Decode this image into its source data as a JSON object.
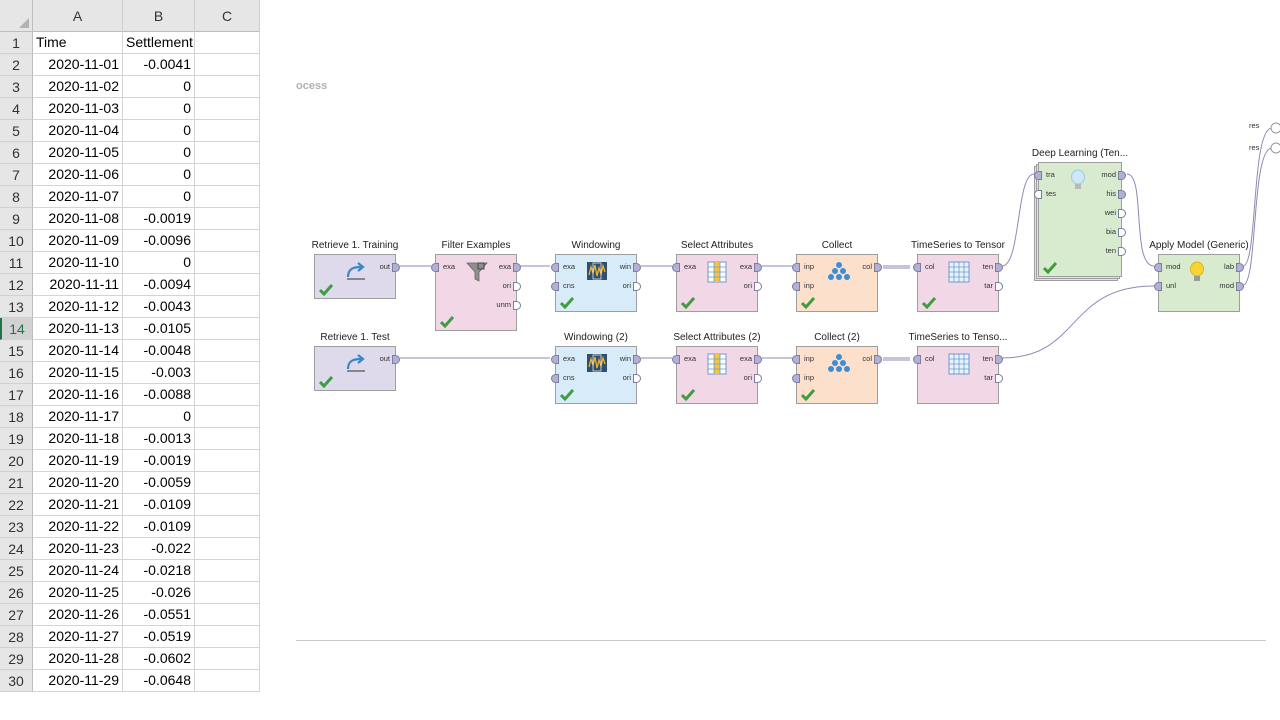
{
  "sheet": {
    "columns": [
      "A",
      "B",
      "C"
    ],
    "selected_row": "14",
    "rows": [
      {
        "n": "1",
        "a": "Time",
        "b": "Settlement",
        "hdr": true
      },
      {
        "n": "2",
        "a": "2020-11-01",
        "b": "-0.0041"
      },
      {
        "n": "3",
        "a": "2020-11-02",
        "b": "0"
      },
      {
        "n": "4",
        "a": "2020-11-03",
        "b": "0"
      },
      {
        "n": "5",
        "a": "2020-11-04",
        "b": "0"
      },
      {
        "n": "6",
        "a": "2020-11-05",
        "b": "0"
      },
      {
        "n": "7",
        "a": "2020-11-06",
        "b": "0"
      },
      {
        "n": "8",
        "a": "2020-11-07",
        "b": "0"
      },
      {
        "n": "9",
        "a": "2020-11-08",
        "b": "-0.0019"
      },
      {
        "n": "10",
        "a": "2020-11-09",
        "b": "-0.0096"
      },
      {
        "n": "11",
        "a": "2020-11-10",
        "b": "0"
      },
      {
        "n": "12",
        "a": "2020-11-11",
        "b": "-0.0094"
      },
      {
        "n": "13",
        "a": "2020-11-12",
        "b": "-0.0043"
      },
      {
        "n": "14",
        "a": "2020-11-13",
        "b": "-0.0105"
      },
      {
        "n": "15",
        "a": "2020-11-14",
        "b": "-0.0048"
      },
      {
        "n": "16",
        "a": "2020-11-15",
        "b": "-0.003"
      },
      {
        "n": "17",
        "a": "2020-11-16",
        "b": "-0.0088"
      },
      {
        "n": "18",
        "a": "2020-11-17",
        "b": "0"
      },
      {
        "n": "19",
        "a": "2020-11-18",
        "b": "-0.0013"
      },
      {
        "n": "20",
        "a": "2020-11-19",
        "b": "-0.0019"
      },
      {
        "n": "21",
        "a": "2020-11-20",
        "b": "-0.0059"
      },
      {
        "n": "22",
        "a": "2020-11-21",
        "b": "-0.0109"
      },
      {
        "n": "23",
        "a": "2020-11-22",
        "b": "-0.0109"
      },
      {
        "n": "24",
        "a": "2020-11-23",
        "b": "-0.022"
      },
      {
        "n": "25",
        "a": "2020-11-24",
        "b": "-0.0218"
      },
      {
        "n": "26",
        "a": "2020-11-25",
        "b": "-0.026"
      },
      {
        "n": "27",
        "a": "2020-11-26",
        "b": "-0.0551"
      },
      {
        "n": "28",
        "a": "2020-11-27",
        "b": "-0.0519"
      },
      {
        "n": "29",
        "a": "2020-11-28",
        "b": "-0.0602"
      },
      {
        "n": "30",
        "a": "2020-11-29",
        "b": "-0.0648"
      }
    ]
  },
  "process": {
    "label": "ocess",
    "result_ports": [
      "res",
      "res"
    ],
    "operators": [
      {
        "id": "retrieve-training",
        "name": "Retrieve 1. Training",
        "color": "purple",
        "icon": "retrieve-icon",
        "done": true,
        "in": [],
        "out": [
          "out"
        ]
      },
      {
        "id": "filter-examples",
        "name": "Filter Examples",
        "color": "pink",
        "icon": "funnel-icon",
        "done": true,
        "in": [
          "exa"
        ],
        "out": [
          "exa",
          "ori",
          "unm"
        ]
      },
      {
        "id": "windowing",
        "name": "Windowing",
        "color": "blue",
        "icon": "windowing-icon",
        "done": true,
        "in": [
          "exa",
          "cns"
        ],
        "out": [
          "win",
          "ori"
        ]
      },
      {
        "id": "select-attributes",
        "name": "Select Attributes",
        "color": "pink",
        "icon": "table-icon",
        "done": true,
        "in": [
          "exa"
        ],
        "out": [
          "exa",
          "ori"
        ]
      },
      {
        "id": "collect",
        "name": "Collect",
        "color": "orange",
        "icon": "pyramid-icon",
        "done": true,
        "in": [
          "inp",
          "inp"
        ],
        "out": [
          "col"
        ]
      },
      {
        "id": "timeseries-to-tensor",
        "name": "TimeSeries to Tensor",
        "color": "pink",
        "icon": "grid-icon",
        "done": true,
        "in": [
          "col"
        ],
        "out": [
          "ten",
          "tar"
        ]
      },
      {
        "id": "deep-learning",
        "name": "Deep Learning (Ten...",
        "color": "green",
        "icon": "lightbulb-off-icon",
        "done": true,
        "in": [
          "tra",
          "tes"
        ],
        "out": [
          "mod",
          "his",
          "wei",
          "bia",
          "ten"
        ]
      },
      {
        "id": "apply-model",
        "name": "Apply Model (Generic)",
        "color": "green",
        "icon": "lightbulb-on-icon",
        "done": false,
        "in": [
          "mod",
          "unl"
        ],
        "out": [
          "lab",
          "mod"
        ]
      },
      {
        "id": "retrieve-test",
        "name": "Retrieve 1. Test",
        "color": "purple",
        "icon": "retrieve-icon",
        "done": true,
        "in": [],
        "out": [
          "out"
        ]
      },
      {
        "id": "windowing-2",
        "name": "Windowing (2)",
        "color": "blue",
        "icon": "windowing-icon",
        "done": true,
        "in": [
          "exa",
          "cns"
        ],
        "out": [
          "win",
          "ori"
        ]
      },
      {
        "id": "select-attributes-2",
        "name": "Select Attributes (2)",
        "color": "pink",
        "icon": "table-icon",
        "done": true,
        "in": [
          "exa"
        ],
        "out": [
          "exa",
          "ori"
        ]
      },
      {
        "id": "collect-2",
        "name": "Collect (2)",
        "color": "orange",
        "icon": "pyramid-icon",
        "done": true,
        "in": [
          "inp",
          "inp"
        ],
        "out": [
          "col"
        ]
      },
      {
        "id": "timeseries-to-tensor-2",
        "name": "TimeSeries to Tenso...",
        "color": "pink",
        "icon": "grid-icon",
        "done": false,
        "in": [
          "col"
        ],
        "out": [
          "ten",
          "tar"
        ]
      }
    ]
  }
}
